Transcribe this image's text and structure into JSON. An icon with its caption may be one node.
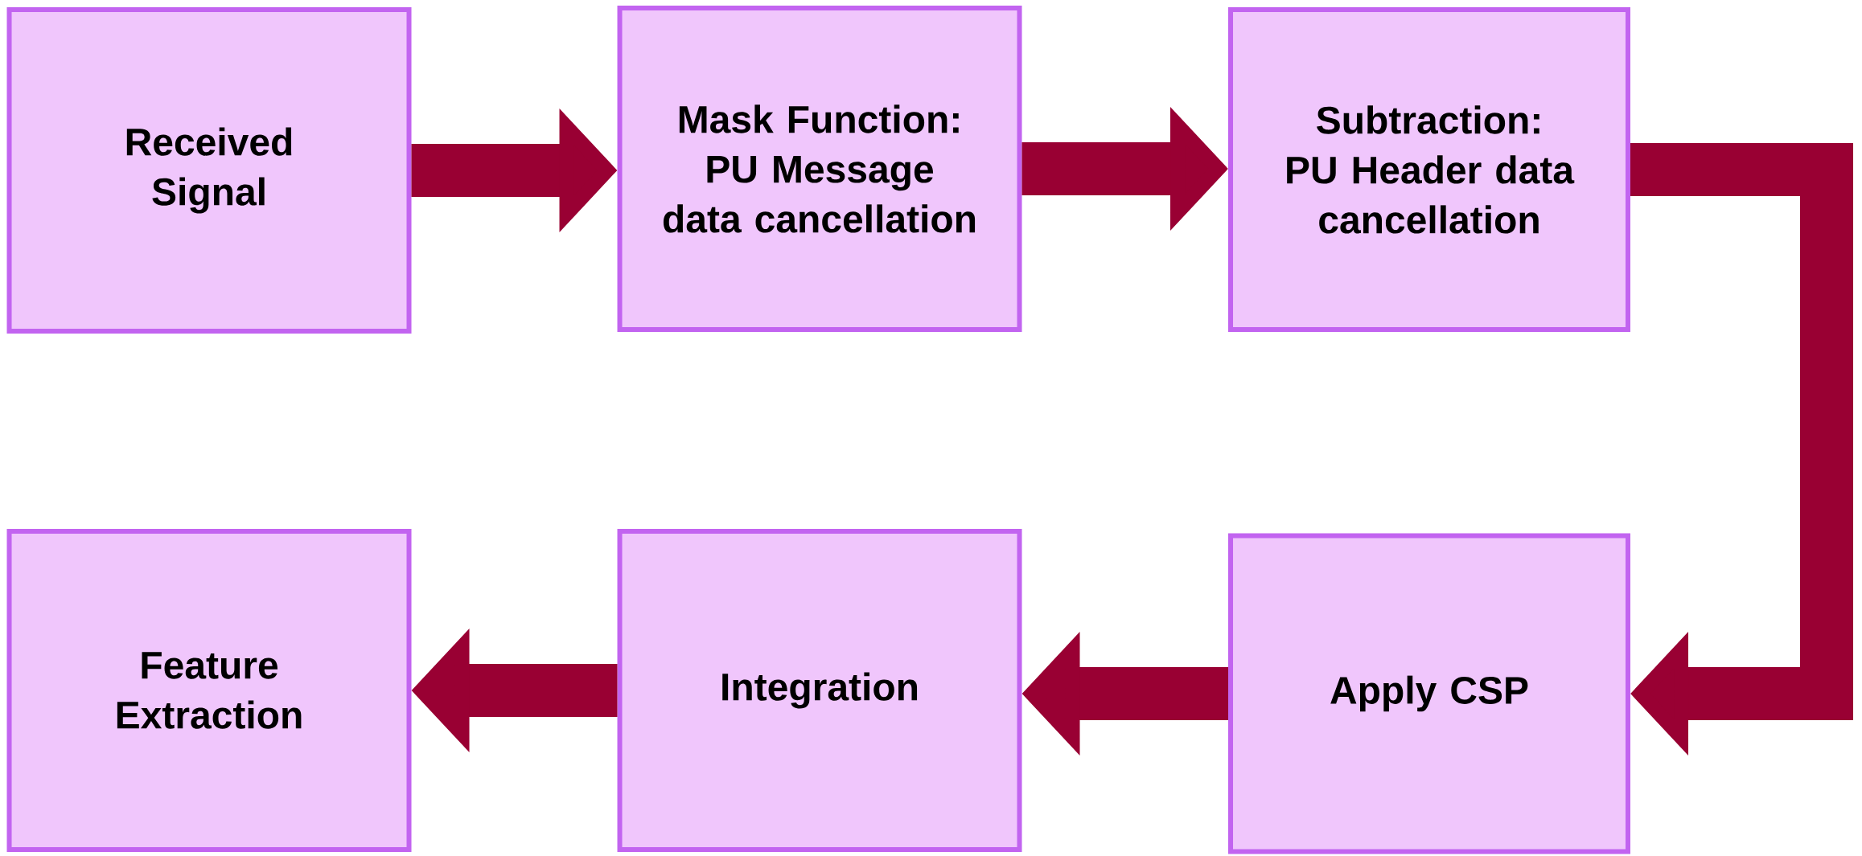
{
  "diagram": {
    "nodes": [
      {
        "text": [
          "Received Signal"
        ]
      },
      {
        "text": [
          "Mask Function:",
          "PU Message data cancellation"
        ]
      },
      {
        "text": [
          "Subtraction:",
          "PU Header data cancellation"
        ]
      },
      {
        "text": [
          "Apply CSP"
        ]
      },
      {
        "text": [
          "Integration"
        ]
      },
      {
        "text": [
          "Feature Extraction"
        ]
      }
    ],
    "edges": [
      {
        "from": 0,
        "to": 1,
        "arrow": "to"
      },
      {
        "from": 1,
        "to": 2,
        "arrow": "to"
      },
      {
        "from": 2,
        "to": 3,
        "arrow": "to"
      },
      {
        "from": 3,
        "to": 4,
        "arrow": "to"
      },
      {
        "from": 4,
        "to": 5,
        "arrow": "to"
      }
    ]
  }
}
